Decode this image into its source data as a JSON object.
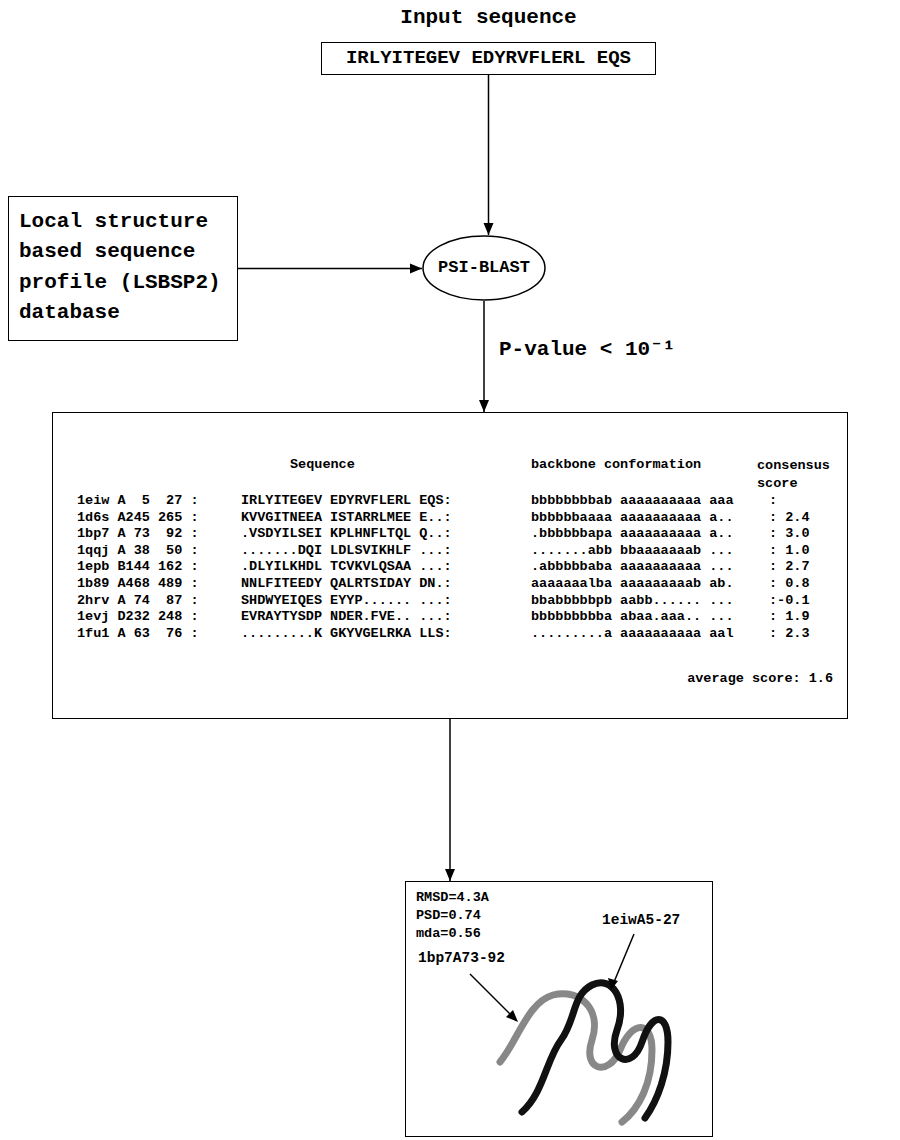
{
  "diagram": {
    "nodes": [
      {
        "text": [
          "Input sequence",
          "IRLYITEGEV EDYRVFLERL EQS"
        ]
      },
      {
        "text": [
          "Local structure based sequence profile (LSBSP2) database"
        ]
      },
      {
        "text": [
          "PSI-BLAST"
        ]
      },
      {
        "text": [
          "Sequence",
          "backbone conformation",
          "consensus score",
          "1eiw A  5  27 :",
          "IRLYITEGEV EDYRVFLERL EQS:",
          "bbbbbbbbab aaaaaaaaaa aaa",
          ":",
          "1d6s A245 265 :",
          "KVVGITNEEA ISTARRLMEE E..:",
          "bbbbbbaaaa aaaaaaaaaa a..",
          ": 2.4",
          "1bp7 A 73  92 :",
          ".VSDYILSEI KPLHNFLTQL Q..:",
          ".bbbbbbapa aaaaaaaaaa a..",
          ": 3.0",
          "1qqj A 38  50 :",
          ".......DQI LDLSVIKHLF ...:",
          ".......abb bbaaaaaaab ...",
          ": 1.0",
          "1epb B144 162 :",
          ".DLYILKHDL TCVKVLQSAA ...:",
          ".abbbbbaba aaaaaaaaaa ...",
          ": 2.7",
          "1b89 A468 489 :",
          "NNLFITEEDY QALRTSIDAY DN.:",
          "aaaaaaalba aaaaaaaaab ab.",
          ": 0.8",
          "2hrv A 74  87 :",
          "SHDWYEIQES EYYP...... ...:",
          "bbabbbbbpb aabb...... ...",
          ":-0.1",
          "1evj D232 248 :",
          "EVRAYTYSDP NDER.FVE.. ...:",
          "bbbbbbbbba abaa.aaa.. ...",
          ": 1.9",
          "1fu1 A 63  76 :",
          ".........K GKYVGELRKA LLS:",
          ".........a aaaaaaaaaa aal",
          ": 2.3",
          "average score: 1.6"
        ]
      },
      {
        "text": [
          "RMSD=4.3A",
          "PSD=0.74",
          "mda=0.56",
          "1eiwA5-27",
          "1bp7A73-92"
        ]
      }
    ],
    "edges": [
      {
        "from": 0,
        "to": 2,
        "arrow": "to"
      },
      {
        "from": 1,
        "to": 2,
        "arrow": "to"
      },
      {
        "from": 2,
        "to": 3,
        "arrow": "to",
        "label": "P-value < 10⁻¹"
      },
      {
        "from": 3,
        "to": 4,
        "arrow": "to"
      }
    ]
  }
}
